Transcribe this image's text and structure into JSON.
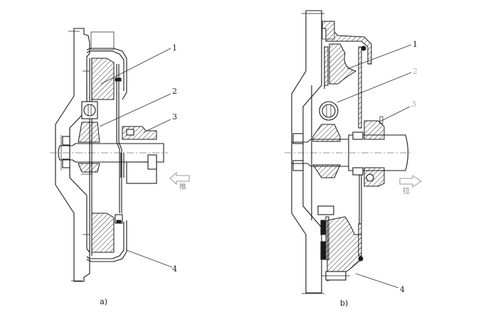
{
  "figure": {
    "panels": [
      {
        "id": "a",
        "caption": "a)",
        "type": "push-type clutch cross-section",
        "direction_label": "推",
        "arrow_direction": "left",
        "callouts": [
          "1",
          "2",
          "3",
          "4"
        ]
      },
      {
        "id": "b",
        "caption": "b)",
        "type": "pull-type clutch cross-section",
        "direction_label": "拉",
        "arrow_direction": "right",
        "callouts": [
          "1",
          "2",
          "3",
          "4"
        ]
      }
    ]
  }
}
